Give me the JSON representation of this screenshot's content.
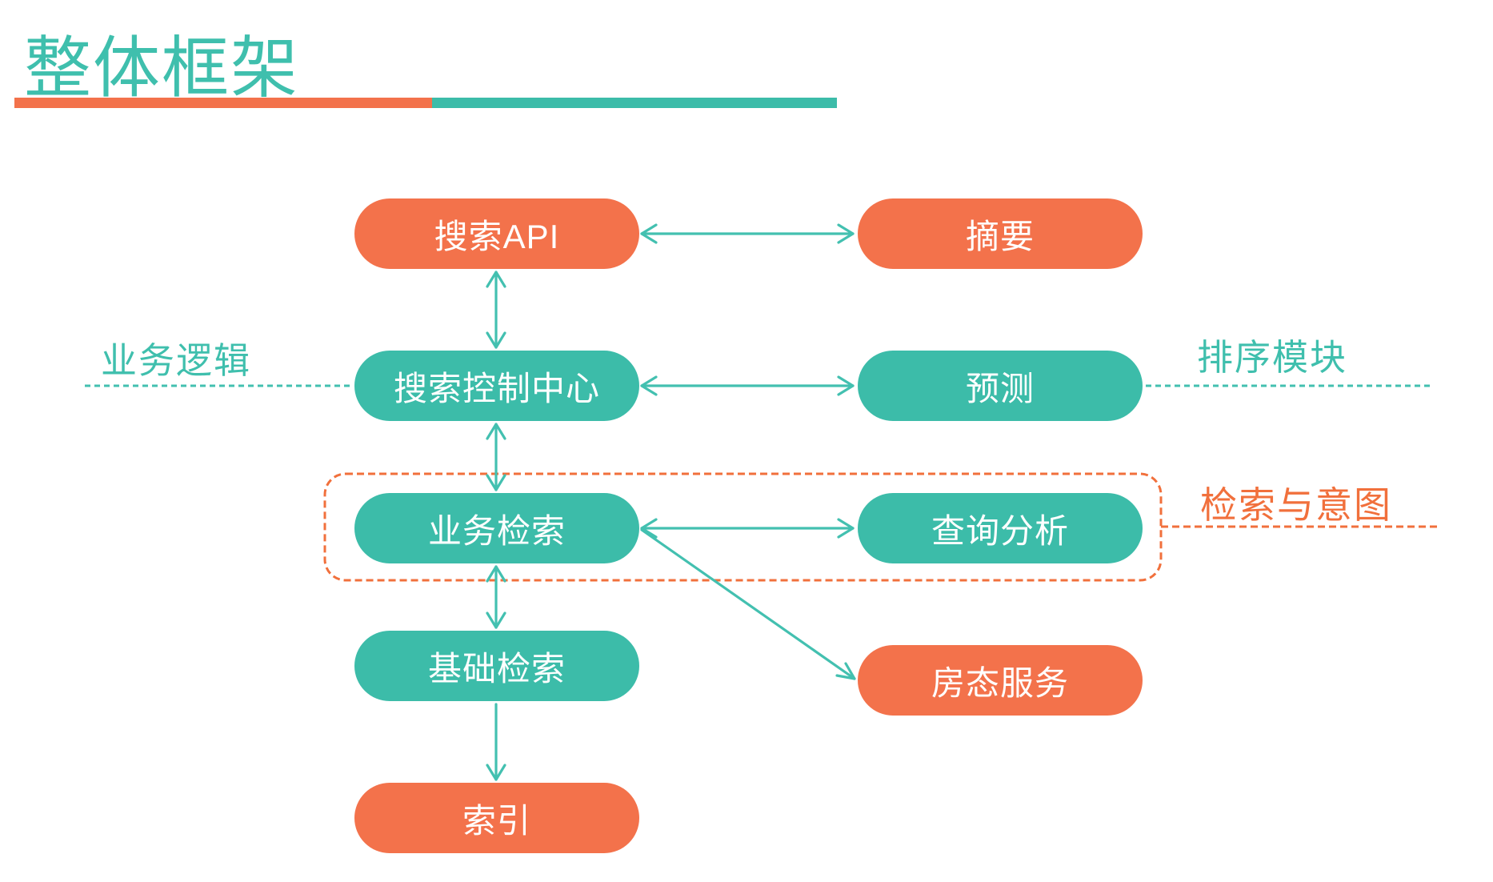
{
  "title": "整体框架",
  "colors": {
    "teal_box": "#3CBCA9",
    "orange_box": "#F3724B",
    "teal_accent": "#3FBFAD",
    "orange_accent": "#F1703C",
    "arrow": "#43C0B0",
    "box_text": "#FFFFFF",
    "background": "#FFFFFF"
  },
  "nodes": {
    "search_api": {
      "label": "搜索API",
      "color": "orange"
    },
    "summary": {
      "label": "摘要",
      "color": "orange"
    },
    "control_center": {
      "label": "搜索控制中心",
      "color": "teal"
    },
    "prediction": {
      "label": "预测",
      "color": "teal"
    },
    "business_search": {
      "label": "业务检索",
      "color": "teal"
    },
    "query_analysis": {
      "label": "查询分析",
      "color": "teal"
    },
    "basic_search": {
      "label": "基础检索",
      "color": "teal"
    },
    "room_status": {
      "label": "房态服务",
      "color": "orange"
    },
    "index": {
      "label": "索引",
      "color": "orange"
    }
  },
  "annotations": {
    "business_logic": {
      "label": "业务逻辑",
      "color": "teal"
    },
    "ranking_module": {
      "label": "排序模块",
      "color": "teal"
    },
    "retrieval_intent": {
      "label": "检索与意图",
      "color": "orange"
    }
  },
  "edges": [
    {
      "from": "search_api",
      "to": "summary",
      "style": "double-arrow"
    },
    {
      "from": "search_api",
      "to": "control_center",
      "style": "double-arrow"
    },
    {
      "from": "control_center",
      "to": "prediction",
      "style": "double-arrow"
    },
    {
      "from": "control_center",
      "to": "business_search",
      "style": "double-arrow"
    },
    {
      "from": "business_search",
      "to": "query_analysis",
      "style": "double-arrow"
    },
    {
      "from": "business_search",
      "to": "basic_search",
      "style": "double-arrow"
    },
    {
      "from": "business_search",
      "to": "room_status",
      "style": "single-arrow"
    },
    {
      "from": "basic_search",
      "to": "index",
      "style": "single-arrow"
    }
  ],
  "groups": [
    {
      "members": [
        "business_search",
        "query_analysis"
      ],
      "label_ref": "retrieval_intent",
      "style": "orange-dashed"
    }
  ]
}
